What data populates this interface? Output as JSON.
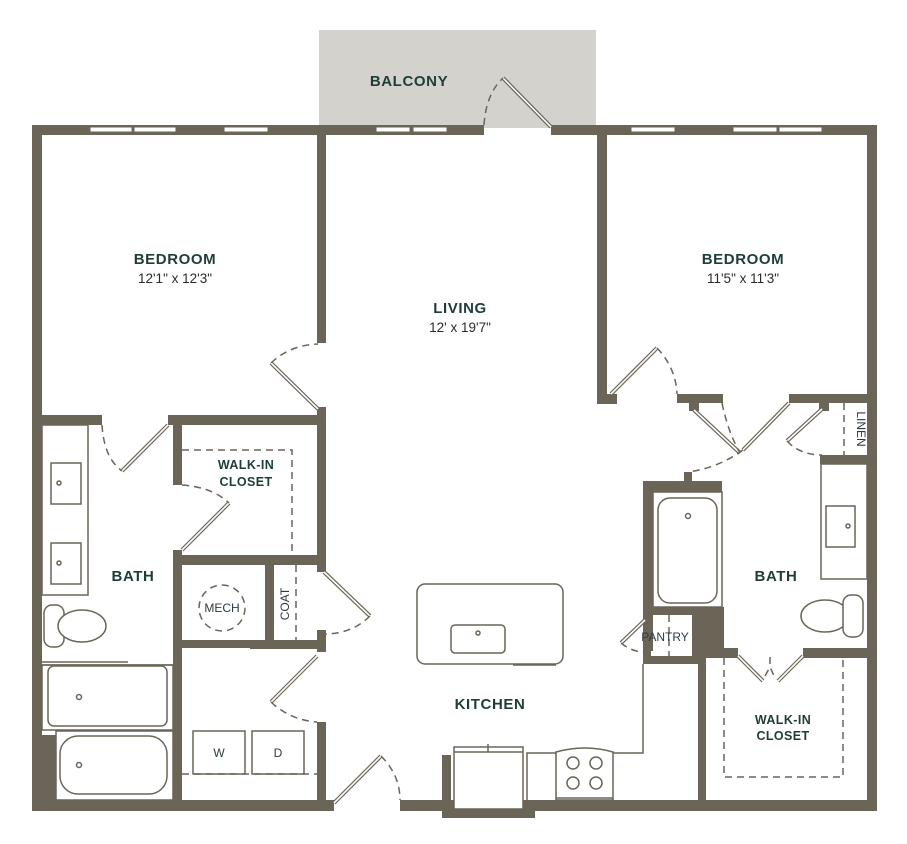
{
  "plan": {
    "colors": {
      "wall": "#6b6558",
      "balcony": "#d4d2cc",
      "label": "#1e3d38",
      "dimension": "#2b2b2b"
    },
    "rooms": {
      "balcony": {
        "label": "BALCONY"
      },
      "bedroom_left": {
        "label": "BEDROOM",
        "dimensions": "12'1\" x 12'3\""
      },
      "living": {
        "label": "LIVING",
        "dimensions": "12' x 19'7\""
      },
      "bedroom_right": {
        "label": "BEDROOM",
        "dimensions": "11'5\" x 11'3\""
      },
      "bath_left": {
        "label": "BATH"
      },
      "walkin_left": {
        "label_line1": "WALK-IN",
        "label_line2": "CLOSET"
      },
      "mech": {
        "label": "MECH"
      },
      "coat": {
        "label": "COAT"
      },
      "kitchen": {
        "label": "KITCHEN"
      },
      "pantry": {
        "label": "PANTRY"
      },
      "bath_right": {
        "label": "BATH"
      },
      "linen": {
        "label": "LINEN"
      },
      "walkin_right": {
        "label_line1": "WALK-IN",
        "label_line2": "CLOSET"
      }
    },
    "appliances": {
      "washer": {
        "label": "W"
      },
      "dryer": {
        "label": "D"
      }
    }
  }
}
